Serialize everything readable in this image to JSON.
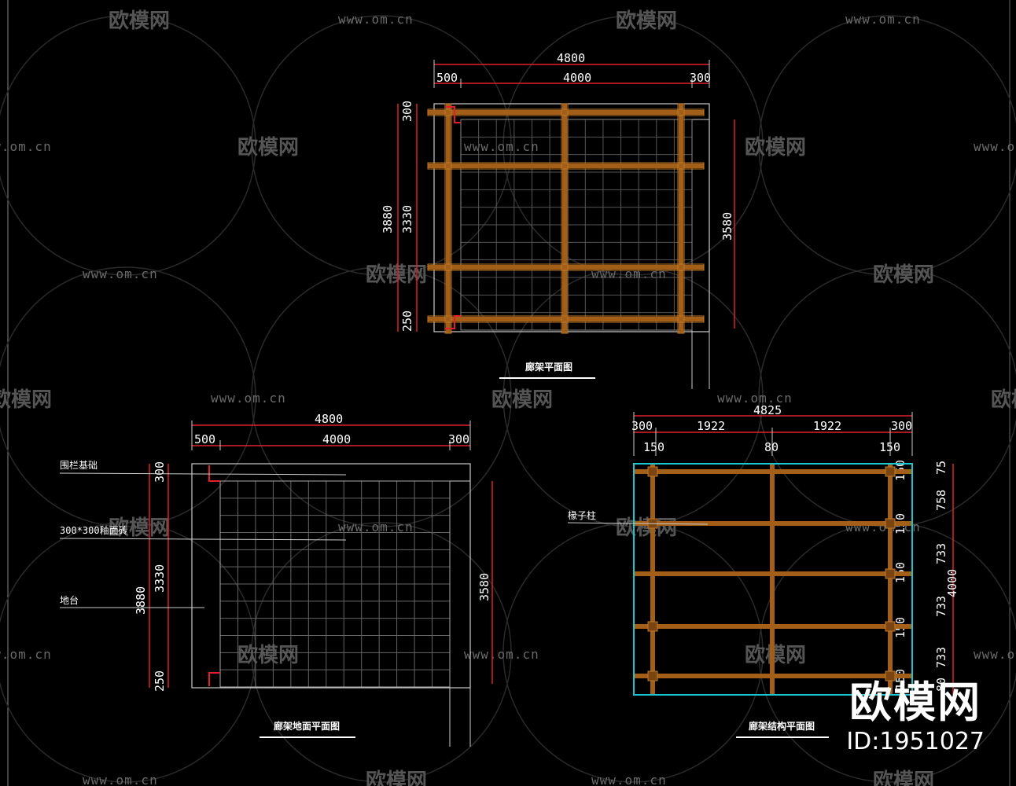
{
  "watermark": {
    "url": "www.om.cn",
    "brand": "欧模网"
  },
  "brand_badge": {
    "logo": "欧模网",
    "id": "ID:1951027"
  },
  "plan_top": {
    "title": "廊架平面图",
    "dims_h": {
      "total": "4800",
      "left": "500",
      "mid": "4000",
      "right": "300"
    },
    "dims_v_outer": "3880",
    "dims_v_inner": {
      "top": "300",
      "mid": "3330",
      "bottom": "250"
    },
    "dims_v_right": "3580"
  },
  "plan_floor": {
    "title": "廊架地面平面图",
    "dims_h": {
      "total": "4800",
      "left": "500",
      "mid": "4000",
      "right": "300"
    },
    "dims_v_outer": "3880",
    "dims_v_inner": {
      "top": "300",
      "mid": "3330",
      "bottom": "250"
    },
    "dims_v_right": "3580",
    "labels": {
      "a": "围栏基础",
      "b": "300*300釉面砖",
      "c": "地台"
    }
  },
  "plan_struct": {
    "title": "廊架结构平面图",
    "dims_total": "4825",
    "dims_row1": {
      "a": "300",
      "b": "1922",
      "c": "1922",
      "d": "300"
    },
    "dims_row2": {
      "a": "150",
      "b": "80",
      "c": "150"
    },
    "dims_v_right": {
      "a": "75",
      "b": "758",
      "c": "733",
      "d": "733",
      "e": "733",
      "f": "80",
      "total": "4000"
    },
    "dims_v_inner": {
      "a": "150",
      "b": "150",
      "c": "150",
      "d": "150",
      "e": "150"
    },
    "label": "椽子柱"
  }
}
